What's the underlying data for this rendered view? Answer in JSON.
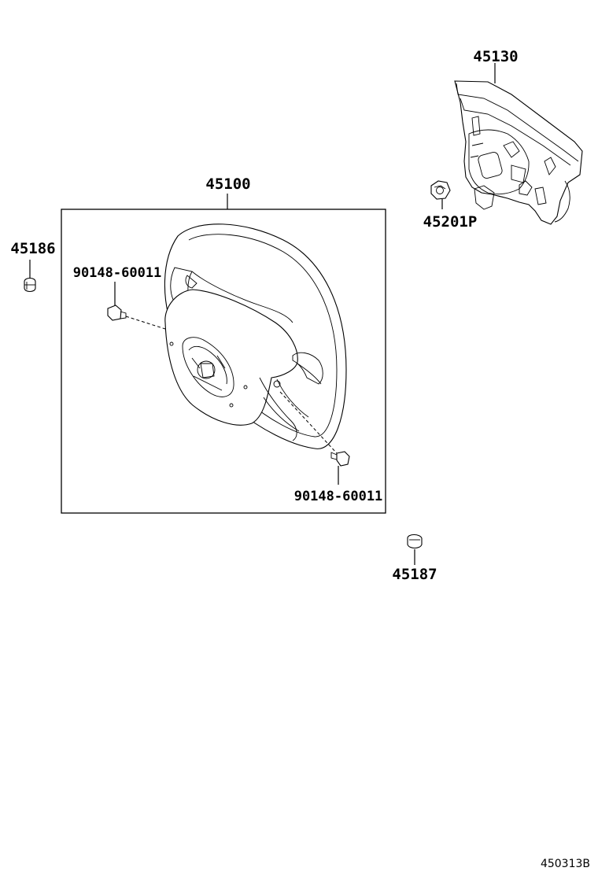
{
  "diagram": {
    "labels": {
      "airbag": "45130",
      "nut": "45201P",
      "wheel_assy": "45100",
      "cap_left": "45186",
      "cap_right": "45187",
      "screw_upper": "90148-60011",
      "screw_lower": "90148-60011"
    },
    "figure_code": "450313B"
  }
}
